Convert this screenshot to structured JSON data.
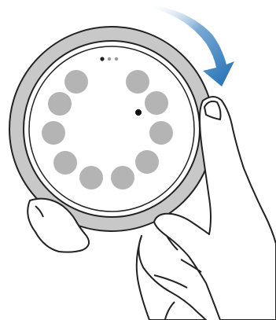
{
  "illustration": {
    "gesture": "rotate-bezel-clockwise",
    "colors": {
      "bezel": "#c8c8c8",
      "outline": "#222222",
      "screen": "#ffffff",
      "app_icon": "#b4b4b4",
      "arrow": "#1f6fb5",
      "skin": "#ffffff"
    }
  },
  "watch": {
    "page_indicator": {
      "count": 3,
      "active_index": 0
    },
    "app_icons_count": 10,
    "focus_indicator_icon": "dot-icon"
  },
  "arrow_icon": "curved-arrow-clockwise-icon"
}
